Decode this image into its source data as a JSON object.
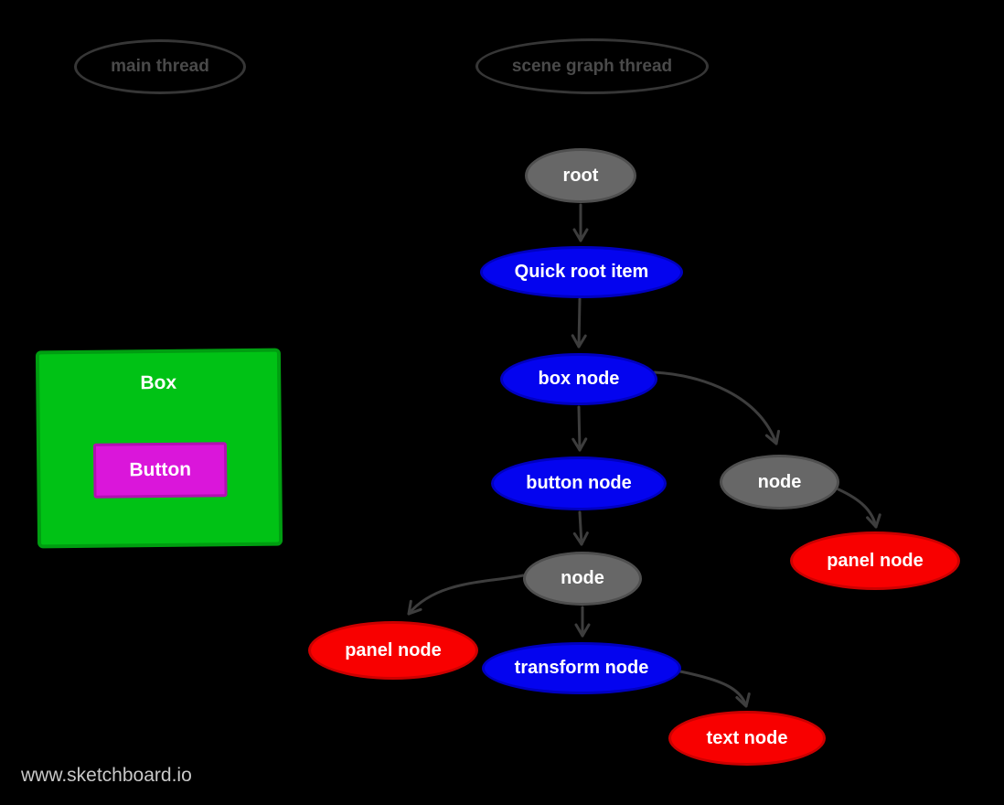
{
  "app": {
    "watermark": "www.sketchboard.io"
  },
  "colors": {
    "background": "#000000",
    "node_blue": "#0404ef",
    "node_blue_border": "#0000c0",
    "node_red": "#f80000",
    "node_red_border": "#cc0000",
    "node_gray": "#676767",
    "node_gray_border": "#4f4f4f",
    "node_text": "#ffffff",
    "box_green": "#00c215",
    "box_green_border": "#009e11",
    "button_magenta": "#da16da",
    "button_magenta_border": "#b110b1",
    "edge": "#3d3d3d",
    "thread_outline": "#363636",
    "thread_text": "#4a4a4a",
    "watermark_text": "#c8c8c8"
  },
  "threads": [
    {
      "label": "main thread"
    },
    {
      "label": "scene graph thread"
    }
  ],
  "ui_mock": {
    "box_label": "Box",
    "button_label": "Button"
  },
  "graph": {
    "nodes": [
      {
        "id": "root",
        "label": "root",
        "color": "gray"
      },
      {
        "id": "quick-root-item",
        "label": "Quick root item",
        "color": "blue"
      },
      {
        "id": "box-node",
        "label": "box node",
        "color": "blue"
      },
      {
        "id": "button-node",
        "label": "button node",
        "color": "blue"
      },
      {
        "id": "node-under-button",
        "label": "node",
        "color": "gray"
      },
      {
        "id": "node-right",
        "label": "node",
        "color": "gray"
      },
      {
        "id": "panel-node-right",
        "label": "panel node",
        "color": "red"
      },
      {
        "id": "panel-node-left",
        "label": "panel node",
        "color": "red"
      },
      {
        "id": "transform-node",
        "label": "transform node",
        "color": "blue"
      },
      {
        "id": "text-node",
        "label": "text node",
        "color": "red"
      }
    ],
    "edges": [
      {
        "from": "root",
        "to": "quick-root-item"
      },
      {
        "from": "quick-root-item",
        "to": "box-node"
      },
      {
        "from": "box-node",
        "to": "button-node"
      },
      {
        "from": "box-node",
        "to": "node-right"
      },
      {
        "from": "node-right",
        "to": "panel-node-right"
      },
      {
        "from": "button-node",
        "to": "node-under-button"
      },
      {
        "from": "node-under-button",
        "to": "panel-node-left"
      },
      {
        "from": "node-under-button",
        "to": "transform-node"
      },
      {
        "from": "transform-node",
        "to": "text-node"
      }
    ]
  }
}
